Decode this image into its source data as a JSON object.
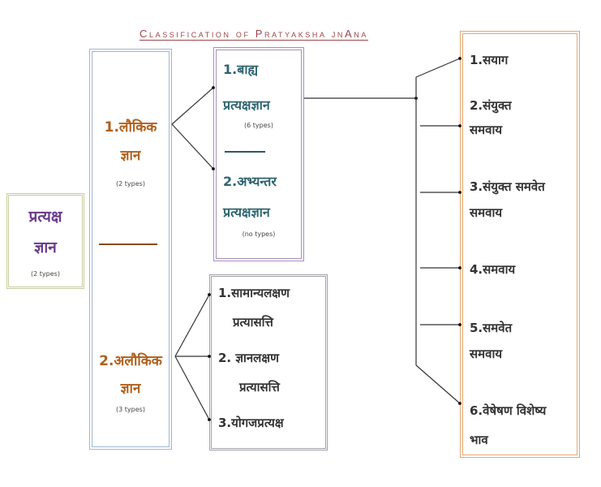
{
  "title": "Classification of Pratyaksha jnAna",
  "root": {
    "line1": "प्रत्यक्ष",
    "line2": "ज्ञान",
    "note": "(2 types)"
  },
  "laukika": {
    "line1": "1.लौकिक",
    "line2": "ज्ञान",
    "note": "(2 types)"
  },
  "alaukika": {
    "line1": "2.अलौकिक",
    "line2": "ज्ञान",
    "note": "(3 types)"
  },
  "bahya": {
    "line1": "1.बाह्य",
    "line2": "प्रत्यक्षज्ञान",
    "note": "(6 types)"
  },
  "abhyantara": {
    "line1": "2.अभ्यन्तर",
    "line2": "प्रत्यक्षज्ञान",
    "note": "(no types)"
  },
  "alaukika_types": [
    {
      "line1": "1.सामान्यलक्षण",
      "line2": "प्रत्यासत्ति"
    },
    {
      "line1": "2.  ज्ञानलक्षण",
      "line2": "प्रत्यासत्ति"
    },
    {
      "line1": "3.योगजप्रत्यक्ष",
      "line2": ""
    }
  ],
  "sannikarsha": [
    {
      "line1": "1.सयाग",
      "line2": ""
    },
    {
      "line1": "2.संयुक्त",
      "line2": "समवाय"
    },
    {
      "line1": "3.संयुक्त समवेत",
      "line2": "समवाय"
    },
    {
      "line1": "4.समवाय",
      "line2": ""
    },
    {
      "line1": "5.समवेत",
      "line2": "समवाय"
    },
    {
      "line1": "6.वेषेषण विशेष्य",
      "line2": "भाव"
    }
  ],
  "colors": {
    "title": "#a0444a",
    "root": "#6a3a8c",
    "laukika": "#b0601c",
    "bahya": "#2e6470",
    "dark": "#333333"
  }
}
